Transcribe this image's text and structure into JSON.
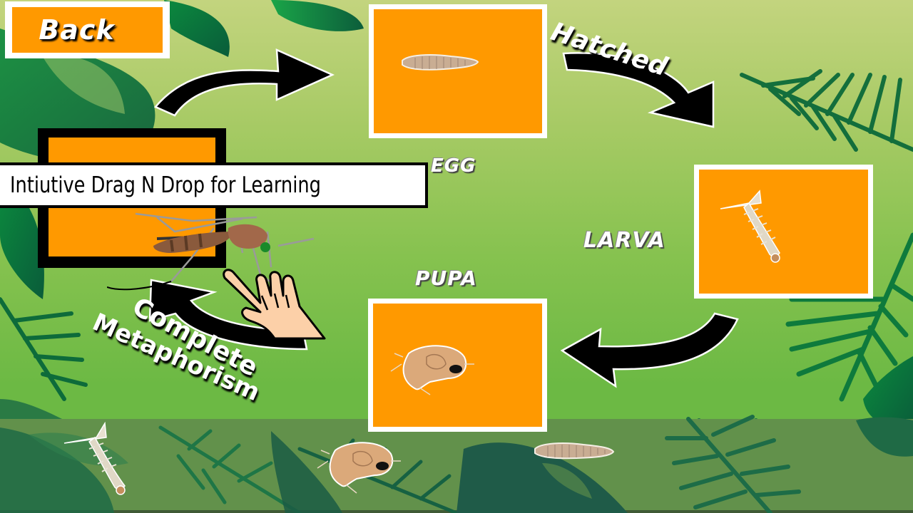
{
  "header": {
    "back_label": "Back"
  },
  "banner": {
    "text": "Intiutive Drag N Drop for Learning"
  },
  "lifecycle": {
    "stages": [
      {
        "id": "egg",
        "label": "EGG",
        "image": "mosquito-egg"
      },
      {
        "id": "larva",
        "label": "LARVA",
        "image": "mosquito-larva"
      },
      {
        "id": "pupa",
        "label": "PUPA",
        "image": "mosquito-pupa"
      },
      {
        "id": "adult",
        "label": "",
        "image": "mosquito-adult"
      }
    ],
    "transitions": [
      {
        "from": "adult",
        "to": "egg",
        "label": ""
      },
      {
        "from": "egg",
        "to": "larva",
        "label": "Hatched"
      },
      {
        "from": "larva",
        "to": "pupa",
        "label": ""
      },
      {
        "from": "pupa",
        "to": "adult",
        "label": "Complete Metaphorism"
      }
    ],
    "complete_line1": "Complete",
    "complete_line2": "Metaphorism"
  },
  "tray": {
    "items": [
      {
        "name": "larva-piece",
        "image": "mosquito-larva"
      },
      {
        "name": "pupa-piece",
        "image": "mosquito-pupa"
      },
      {
        "name": "egg-piece",
        "image": "mosquito-egg"
      }
    ]
  },
  "colors": {
    "box_fill": "#ff9900",
    "box_border": "#ffffff",
    "drop_border": "#000000",
    "bg_top": "#c3d47e",
    "bg_bottom": "#6ab944",
    "ground": "#62914b"
  }
}
